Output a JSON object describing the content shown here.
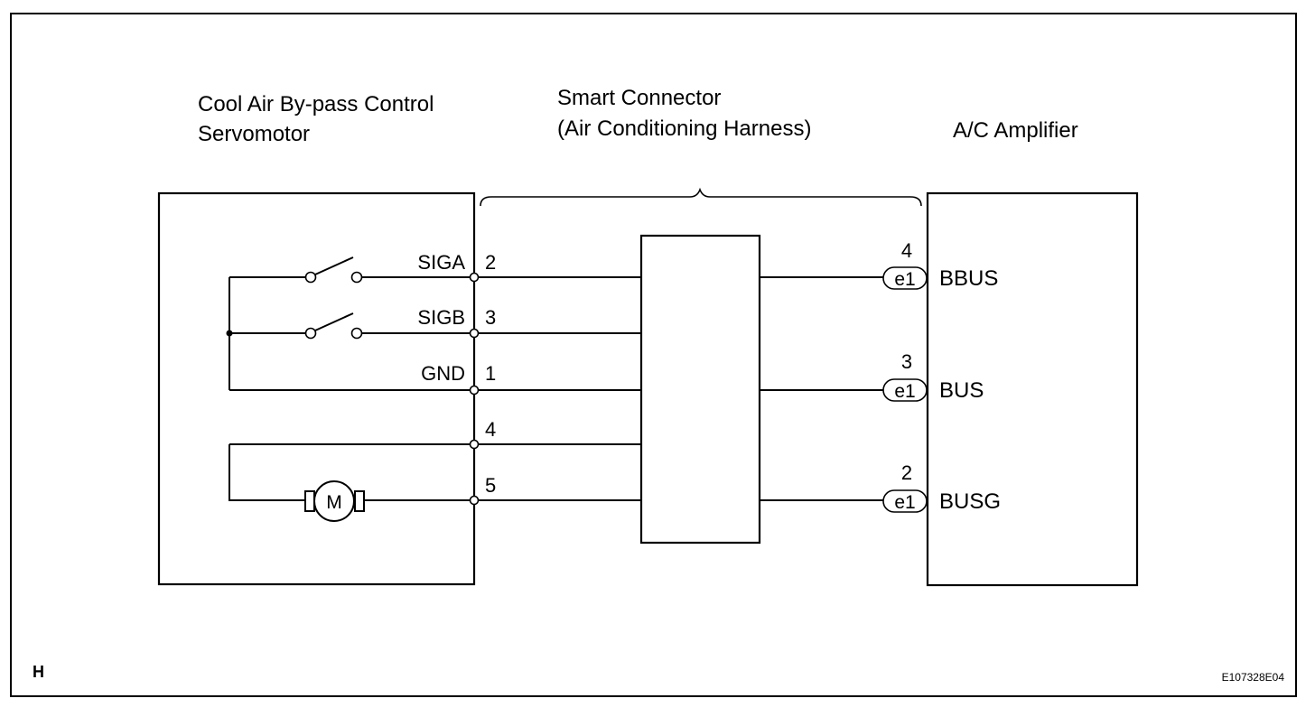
{
  "blocks": {
    "servomotor": {
      "line1": "Cool Air By-pass Control",
      "line2": "Servomotor"
    },
    "smart_connector": {
      "line1": "Smart Connector",
      "line2": "(Air Conditioning Harness)"
    },
    "amplifier": {
      "line1": "A/C Amplifier"
    }
  },
  "servo_pins": [
    {
      "signal": "SIGA",
      "pin": "2"
    },
    {
      "signal": "SIGB",
      "pin": "3"
    },
    {
      "signal": "GND",
      "pin": "1"
    },
    {
      "signal": "",
      "pin": "4"
    },
    {
      "signal": "",
      "pin": "5"
    }
  ],
  "motor": {
    "symbol": "M"
  },
  "amp_pins": [
    {
      "pin": "4",
      "connector": "e1",
      "signal": "BBUS"
    },
    {
      "pin": "3",
      "connector": "e1",
      "signal": "BUS"
    },
    {
      "pin": "2",
      "connector": "e1",
      "signal": "BUSG"
    }
  ],
  "footer": {
    "left_code": "H",
    "right_code": "E107328E04"
  }
}
